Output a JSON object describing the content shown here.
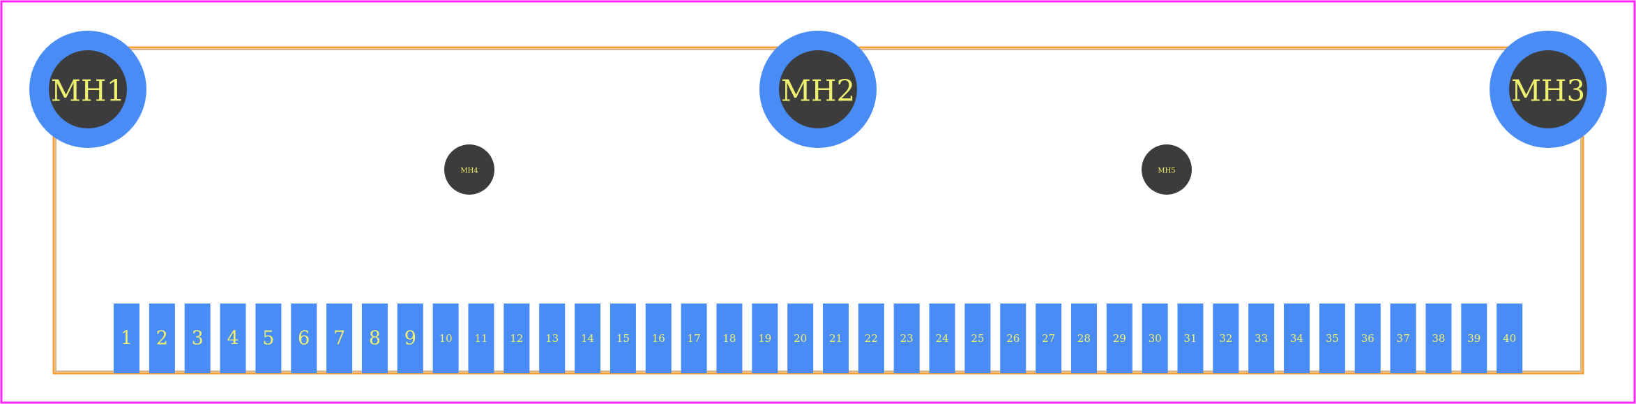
{
  "colors": {
    "background": "#ffffff",
    "frame": "#ff26ff",
    "silkscreen": "#f5a035",
    "silkscreen_inner": "#d4b48c",
    "pad": "#4a8cf5",
    "hole": "#3c3c3c",
    "label": "#f0f070"
  },
  "mounting_holes": [
    {
      "label": "MH1",
      "ring": true
    },
    {
      "label": "MH2",
      "ring": true
    },
    {
      "label": "MH3",
      "ring": true
    },
    {
      "label": "MH4",
      "ring": false
    },
    {
      "label": "MH5",
      "ring": false
    }
  ],
  "pads": [
    "1",
    "2",
    "3",
    "4",
    "5",
    "6",
    "7",
    "8",
    "9",
    "10",
    "11",
    "12",
    "13",
    "14",
    "15",
    "16",
    "17",
    "18",
    "19",
    "20",
    "21",
    "22",
    "23",
    "24",
    "25",
    "26",
    "27",
    "28",
    "29",
    "30",
    "31",
    "32",
    "33",
    "34",
    "35",
    "36",
    "37",
    "38",
    "39",
    "40"
  ]
}
